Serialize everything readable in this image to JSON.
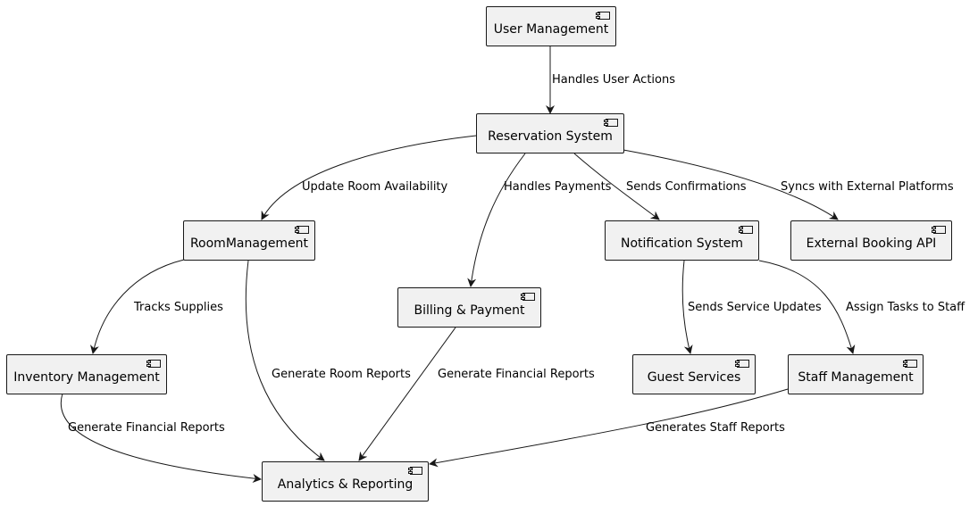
{
  "components": {
    "user_management": "User Management",
    "reservation_system": "Reservation System",
    "room_management": "RoomManagement",
    "billing_payment": "Billing & Payment",
    "notification_system": "Notification System",
    "external_booking_api": "External Booking API",
    "inventory_management": "Inventory Management",
    "guest_services": "Guest Services",
    "staff_management": "Staff Management",
    "analytics_reporting": "Analytics & Reporting"
  },
  "relations": [
    {
      "from": "User Management",
      "to": "Reservation System",
      "label": "Handles User Actions"
    },
    {
      "from": "Reservation System",
      "to": "RoomManagement",
      "label": "Update Room Availability"
    },
    {
      "from": "Reservation System",
      "to": "Billing & Payment",
      "label": "Handles Payments"
    },
    {
      "from": "Reservation System",
      "to": "Notification System",
      "label": "Sends Confirmations"
    },
    {
      "from": "Reservation System",
      "to": "External Booking API",
      "label": "Syncs with External Platforms"
    },
    {
      "from": "RoomManagement",
      "to": "Inventory Management",
      "label": "Tracks Supplies"
    },
    {
      "from": "RoomManagement",
      "to": "Analytics & Reporting",
      "label": "Generate Room Reports"
    },
    {
      "from": "Billing & Payment",
      "to": "Analytics & Reporting",
      "label": "Generate Financial Reports"
    },
    {
      "from": "Notification System",
      "to": "Guest Services",
      "label": "Sends Service Updates"
    },
    {
      "from": "Notification System",
      "to": "Staff Management",
      "label": "Assign Tasks to Staff"
    },
    {
      "from": "Inventory Management",
      "to": "Analytics & Reporting",
      "label": "Generate Financial Reports"
    },
    {
      "from": "Staff Management",
      "to": "Analytics & Reporting",
      "label": "Generates Staff Reports"
    }
  ],
  "colors": {
    "node_fill": "#f1f1f1",
    "node_border": "#181818",
    "edge": "#181818"
  },
  "icons": {
    "component": "uml-component-icon"
  }
}
